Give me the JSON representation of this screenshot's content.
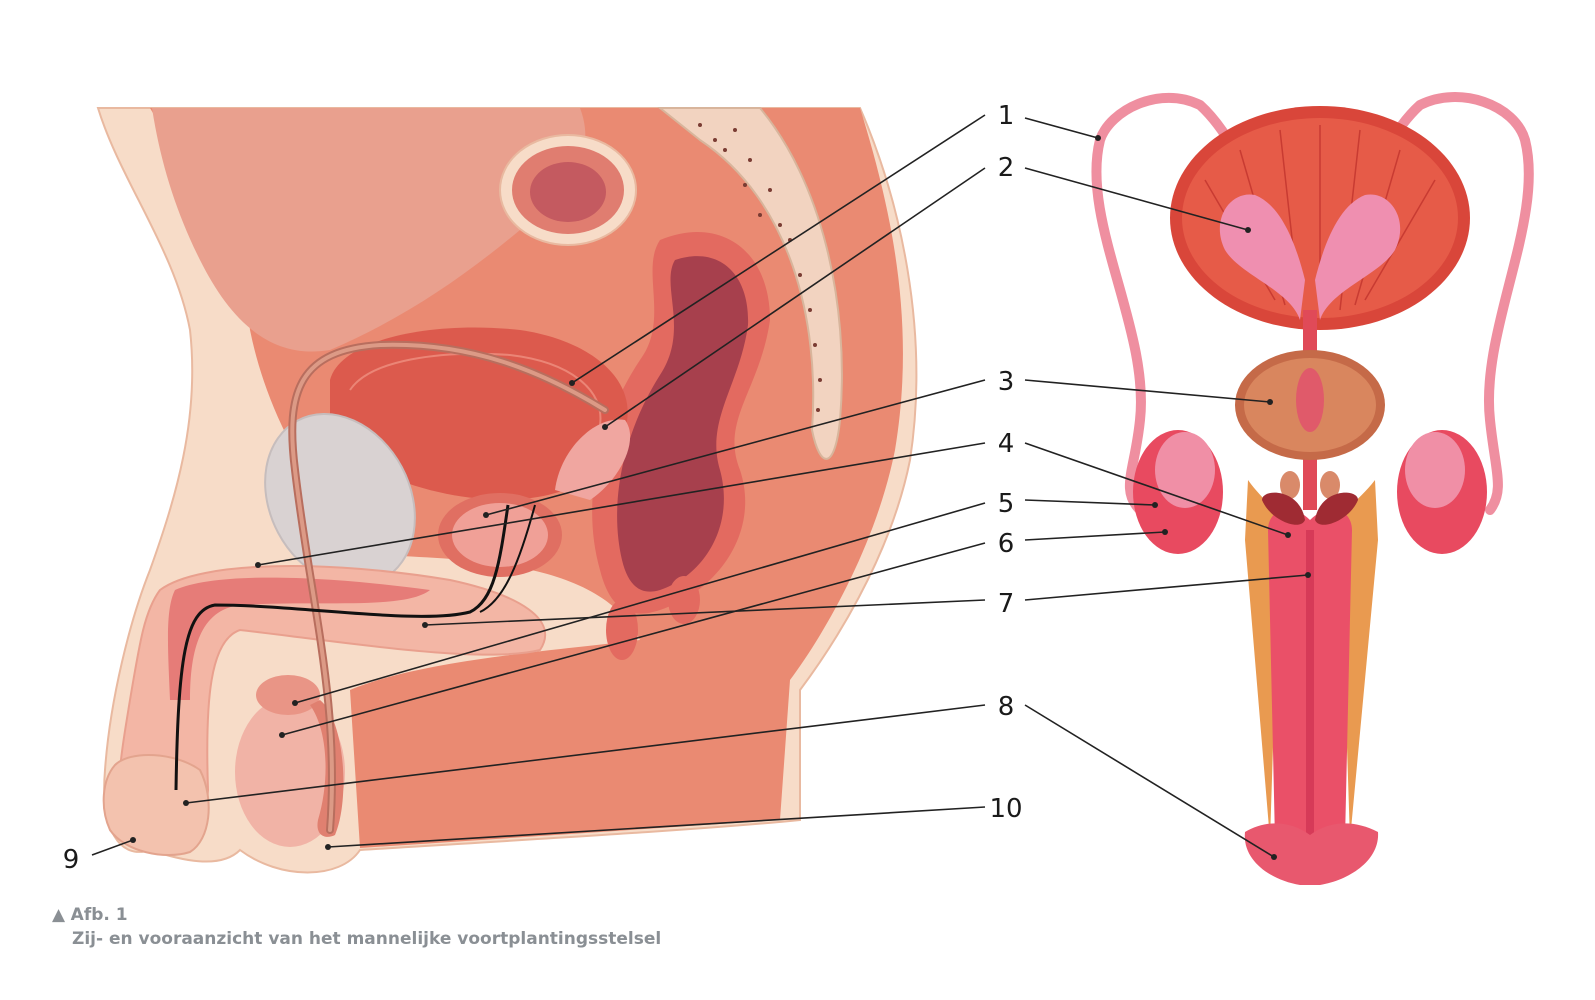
{
  "labels": [
    "1",
    "2",
    "3",
    "4",
    "5",
    "6",
    "7",
    "8",
    "9",
    "10"
  ],
  "caption": {
    "marker": "▲",
    "number": "Afb. 1",
    "text": "Zij- en vooraanzicht van het mannelijke voortplantingsstelsel"
  },
  "colors": {
    "body": "#e8826a",
    "skin": "#f7dcc8",
    "organ": "#e05a4d",
    "pink": "#f09aa8",
    "rectum": "#b84a56"
  }
}
